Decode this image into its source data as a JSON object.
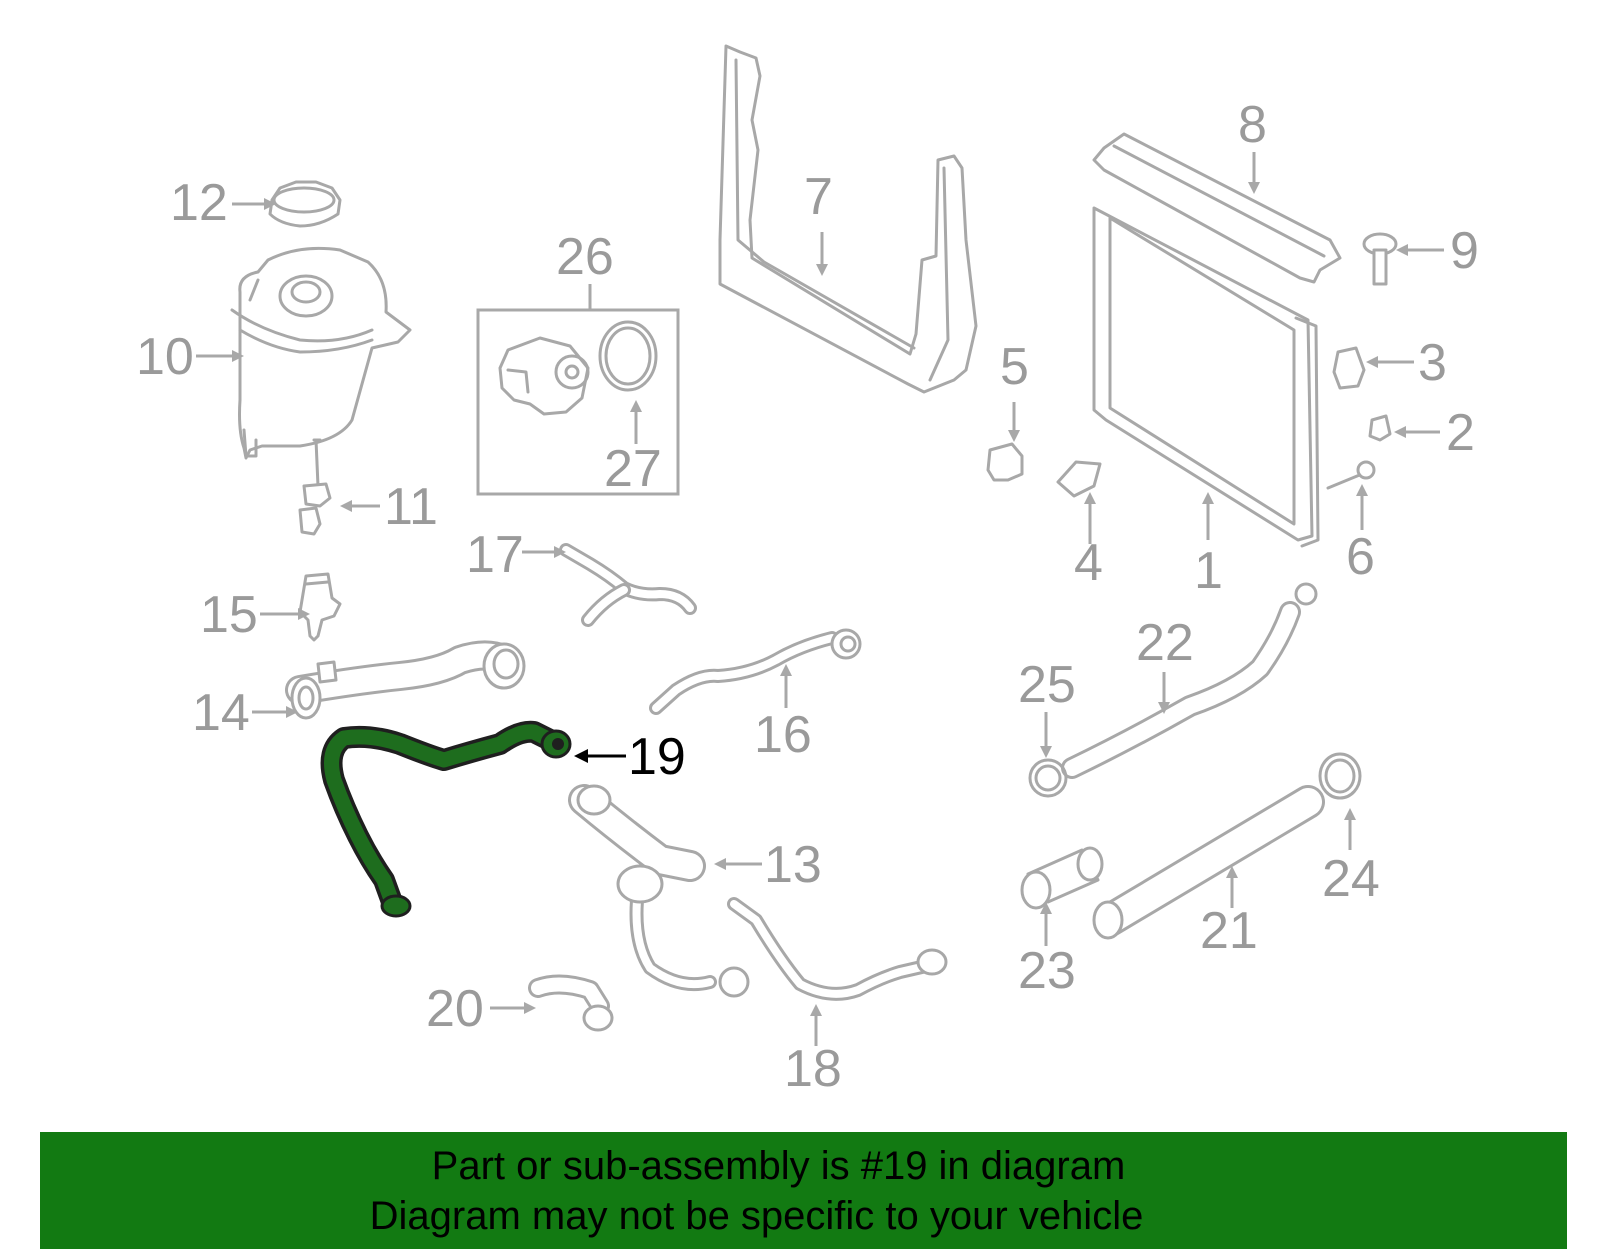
{
  "diagram": {
    "callouts": {
      "c1": "1",
      "c2": "2",
      "c3": "3",
      "c4": "4",
      "c5": "5",
      "c6": "6",
      "c7": "7",
      "c8": "8",
      "c9": "9",
      "c10": "10",
      "c11": "11",
      "c12": "12",
      "c13": "13",
      "c14": "14",
      "c15": "15",
      "c16": "16",
      "c17": "17",
      "c18": "18",
      "c19": "19",
      "c20": "20",
      "c21": "21",
      "c22": "22",
      "c23": "23",
      "c24": "24",
      "c25": "25",
      "c26": "26",
      "c27": "27"
    },
    "highlighted_part": "19",
    "colors": {
      "part_outline": "#a8a8a8",
      "label_gray": "#9a9a9a",
      "highlight_green": "#1e6d1e",
      "banner_green": "#127a12",
      "active_label": "#000000"
    }
  },
  "banner": {
    "line1": "Part or sub-assembly is #19 in diagram",
    "line2": "Diagram may not be specific to your vehicle"
  }
}
